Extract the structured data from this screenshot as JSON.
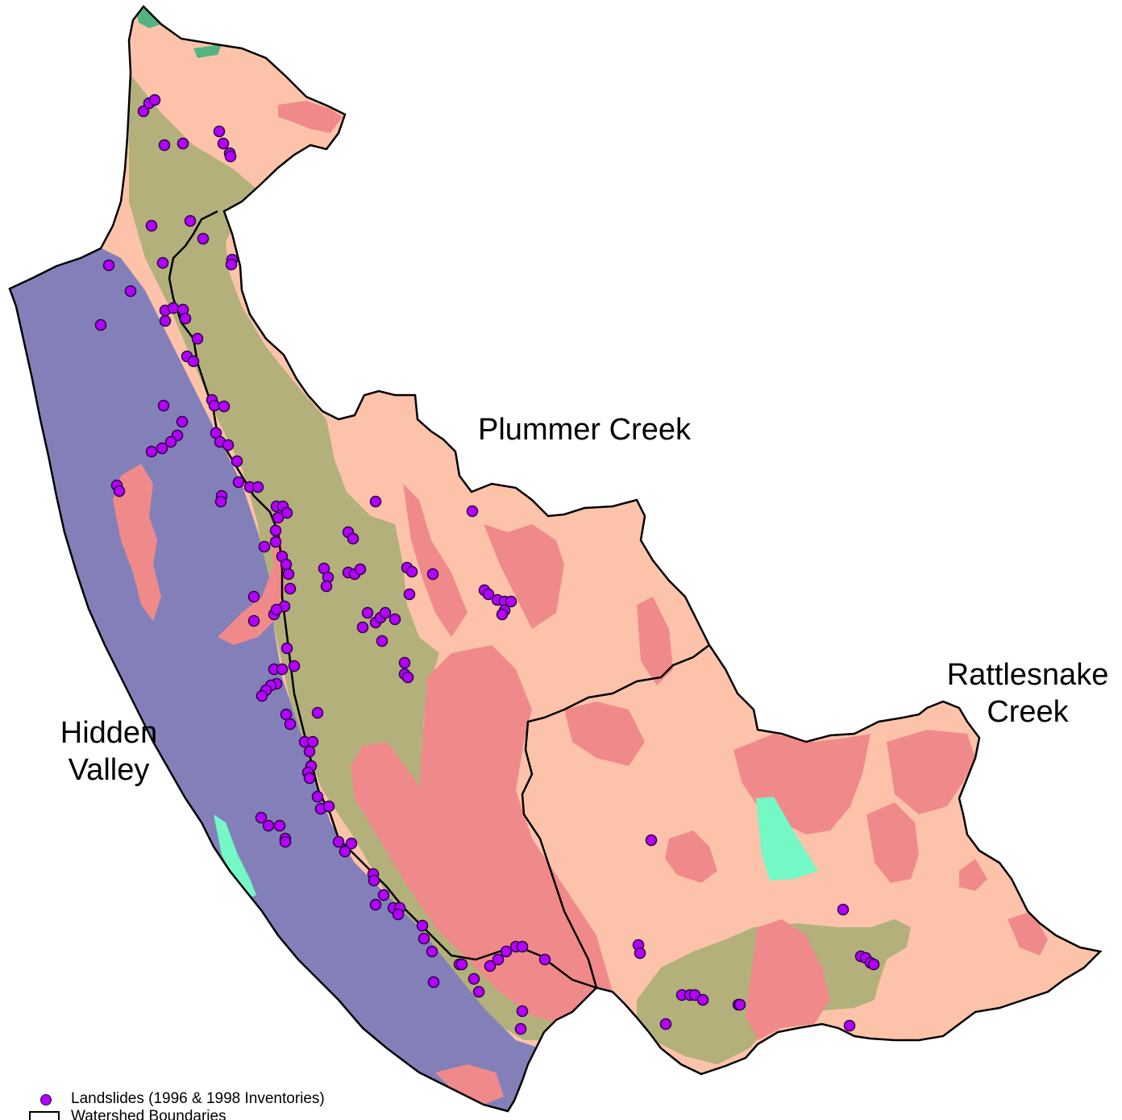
{
  "map": {
    "labels": {
      "plummer": "Plummer Creek",
      "rattlesnake_line1": "Rattlesnake",
      "rattlesnake_line2": "Creek",
      "hidden_line1": "Hidden",
      "hidden_line2": "Valley"
    },
    "legend": {
      "landslides": "Landslides (1996 & 1998 Inventories)",
      "watershed": "Watershed Boundaries"
    },
    "colors": {
      "peach": "#fcc3aa",
      "salmon": "#f08a8a",
      "olive": "#b3b07b",
      "blue": "#8380b9",
      "green": "#55b380",
      "aqua": "#74f8c6",
      "landslide": "#b300ff",
      "boundary": "#000000"
    }
  }
}
